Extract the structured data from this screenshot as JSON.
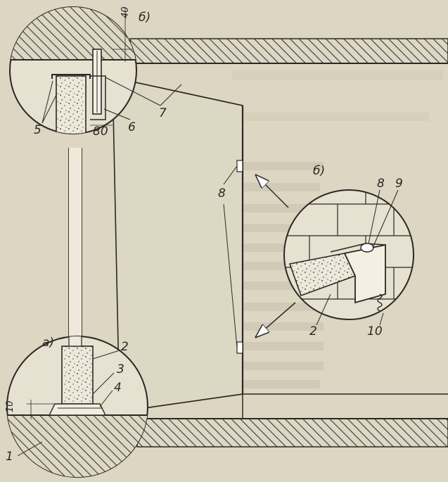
{
  "figure": {
    "panels": {
      "a": "а)",
      "b_top": "б)",
      "b_right": "б)"
    },
    "callouts": {
      "n1": "1",
      "n2": "2",
      "n2b": "2",
      "n3": "3",
      "n4": "4",
      "n5": "5",
      "n6": "6",
      "n7": "7",
      "n8": "8",
      "n8b": "8",
      "n9": "9",
      "n10": "10"
    },
    "dimensions": {
      "d40": "40",
      "d80": "80",
      "d10": "10"
    }
  },
  "colors": {
    "paper": "#dcd6c2",
    "ink": "#2a2824",
    "concrete": "#e8e4d6"
  }
}
